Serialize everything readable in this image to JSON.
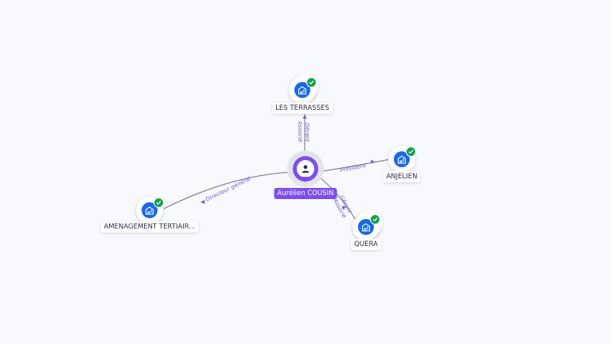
{
  "person": {
    "name": "Aurélien COUSIN",
    "icon": "person-icon",
    "color": "#7c4ef0"
  },
  "companies": {
    "les_terrasses": {
      "name": "LES TERRASSES",
      "icon": "building-icon",
      "badge": "verified-check-icon"
    },
    "anjelien": {
      "name": "ANJELIEN",
      "icon": "building-icon",
      "badge": "verified-check-icon"
    },
    "quera": {
      "name": "QUERA",
      "icon": "building-icon",
      "badge": "verified-check-icon"
    },
    "amenagement": {
      "name": "AMENAGEMENT TERTIAIR...",
      "icon": "building-icon",
      "badge": "verified-check-icon"
    }
  },
  "relations": {
    "les_terrasses": [
      "Gérant",
      "Associé"
    ],
    "anjelien": [
      "Président"
    ],
    "quera": [
      "Gérant",
      "Associé"
    ],
    "amenagement": [
      "Directeur général"
    ]
  },
  "colors": {
    "company": "#1669e8",
    "verified": "#15a14a",
    "relation_text": "#6d5bd8",
    "edge": "#6e6f86"
  }
}
